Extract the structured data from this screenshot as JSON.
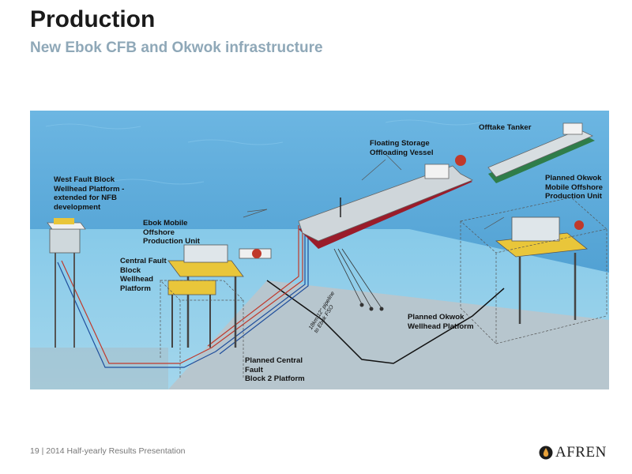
{
  "header": {
    "title": "Production",
    "subtitle": "New Ebok CFB and Okwok infrastructure"
  },
  "diagram": {
    "labels": {
      "west_fault": "West Fault Block\nWellhead Platform -\nextended for NFB\ndevelopment",
      "ebok_mopu": "Ebok Mobile\nOffshore\nProduction Unit",
      "central_fault": "Central Fault\nBlock\nWellhead\nPlatform",
      "fso": "Floating Storage\nOffloading Vessel",
      "offtake": "Offtake Tanker",
      "okwok_mopu": "Planned Okwok\nMobile Offshore\nProduction Unit",
      "okwok_wellhead": "Planned Okwok\nWellhead Platform",
      "central_fault_2": "Planned Central\nFault\nBlock 2 Platform",
      "pipeline": "18km 12\" pipeline\nto Ebok FSO"
    },
    "colors": {
      "sea": "#5aa9d8",
      "seabed": "#b8c8d0",
      "fso_hull": "#9a1c2a",
      "tanker_hull": "#2f7d4a",
      "platform_yellow": "#e9c63a"
    }
  },
  "footer": {
    "page_number": "19",
    "text": "| 2014 Half-yearly Results Presentation",
    "logo_text": "AFREN"
  }
}
